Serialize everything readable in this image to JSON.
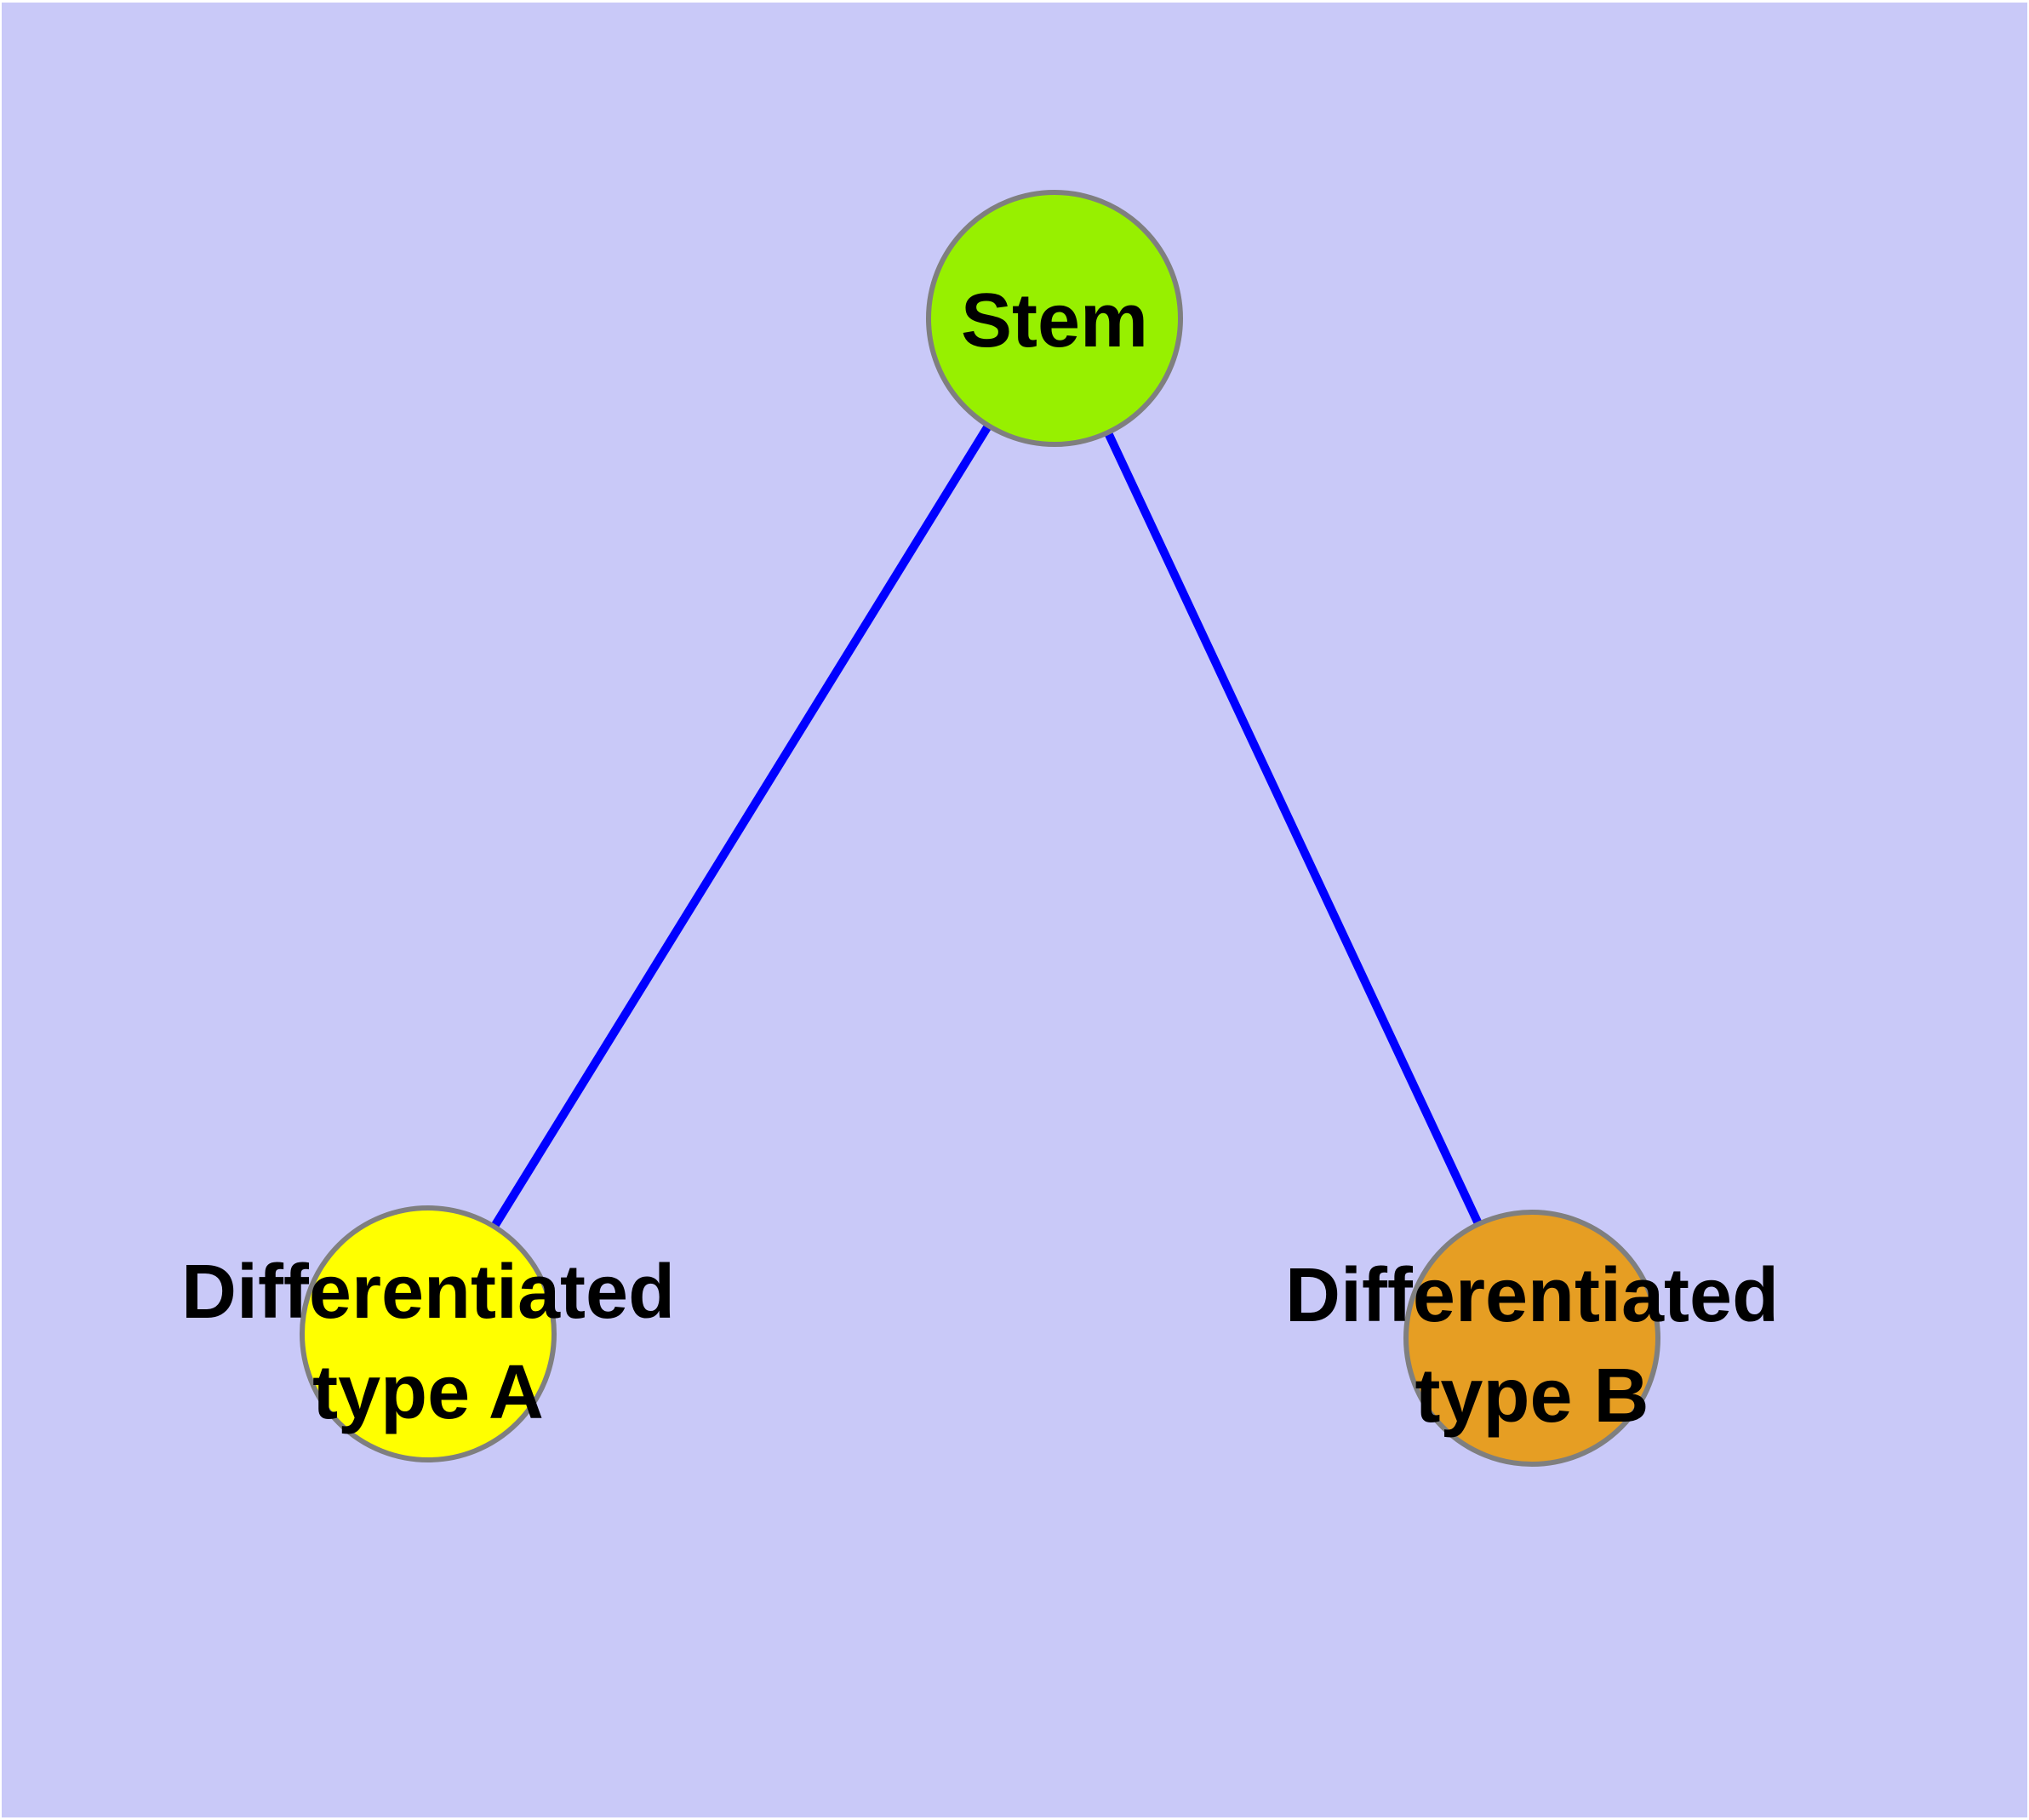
{
  "diagram": {
    "background_color": "#C9C9F8",
    "edge_color": "#0000FF",
    "node_border_color": "#7F7F7F",
    "nodes": [
      {
        "id": "stem",
        "label": "Stem",
        "fill": "#97F000"
      },
      {
        "id": "differentiated-type-a",
        "label_line1": "Differentiated",
        "label_line2": "type A",
        "fill": "#FFFF00"
      },
      {
        "id": "differentiated-type-b",
        "label_line1": "Differentiated",
        "label_line2": "type B",
        "fill": "#E69E23"
      }
    ],
    "edges": [
      {
        "from": "stem",
        "to": "differentiated-type-a"
      },
      {
        "from": "stem",
        "to": "differentiated-type-b"
      }
    ]
  }
}
